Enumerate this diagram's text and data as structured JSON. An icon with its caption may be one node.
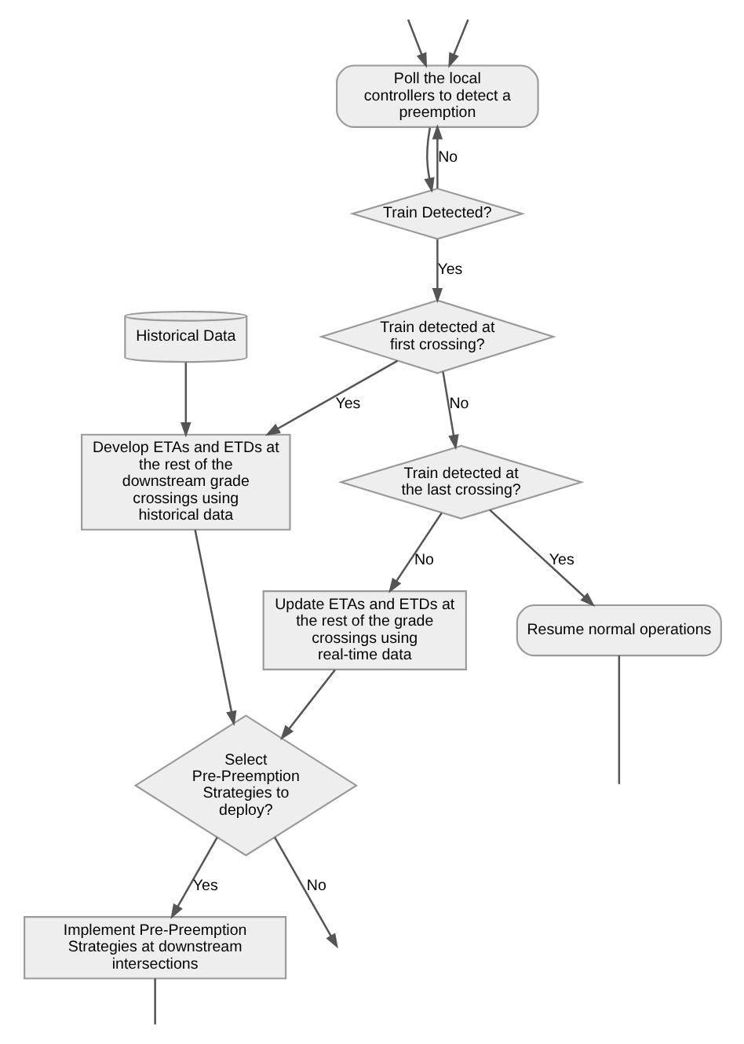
{
  "diagram": {
    "nodes": [
      {
        "text": [
          "Poll the local controllers to detect a preemption"
        ]
      },
      {
        "text": [
          "Train Detected?"
        ]
      },
      {
        "text": [
          "Historical Data"
        ]
      },
      {
        "text": [
          "Develop ETAs and ETDs at the rest of the downstream grade crossings using historical data"
        ]
      },
      {
        "text": [
          "Train detected at first crossing?"
        ]
      },
      {
        "text": [
          "Update ETAs and ETDs at the rest of the grade crossings using real-time data"
        ]
      },
      {
        "text": [
          "Train detected at the last crossing?"
        ]
      },
      {
        "text": [
          "Select Pre-Preemption Strategies to deploy?"
        ]
      },
      {
        "text": [
          "Resume normal operations"
        ]
      },
      {
        "text": [
          "Implement Pre-Preemption Strategies at downstream intersections"
        ]
      }
    ],
    "edges": [
      {
        "from": null,
        "to": 0,
        "arrow": "to"
      },
      {
        "from": null,
        "to": 0,
        "arrow": "to"
      },
      {
        "from": 0,
        "to": 1,
        "arrow": "to"
      },
      {
        "from": 1,
        "to": 0,
        "arrow": "to",
        "label": "No"
      },
      {
        "from": 1,
        "to": 4,
        "arrow": "to",
        "label": "Yes"
      },
      {
        "from": 2,
        "to": 3,
        "arrow": "to"
      },
      {
        "from": 4,
        "to": 3,
        "arrow": "to",
        "label": "Yes"
      },
      {
        "from": 4,
        "to": 6,
        "arrow": "to",
        "label": "No"
      },
      {
        "from": 6,
        "to": 5,
        "arrow": "to",
        "label": "No"
      },
      {
        "from": 3,
        "to": 7,
        "arrow": "to"
      },
      {
        "from": 5,
        "to": 7,
        "arrow": "to"
      },
      {
        "from": 7,
        "to": null,
        "arrow": "to",
        "label": "No"
      },
      {
        "from": 6,
        "to": 8,
        "arrow": "to",
        "label": "Yes"
      },
      {
        "from": 7,
        "to": 9,
        "arrow": "to",
        "label": "Yes"
      },
      {
        "from": 8,
        "to": null,
        "arrow": "none"
      },
      {
        "from": 9,
        "to": null,
        "arrow": "none"
      }
    ]
  }
}
